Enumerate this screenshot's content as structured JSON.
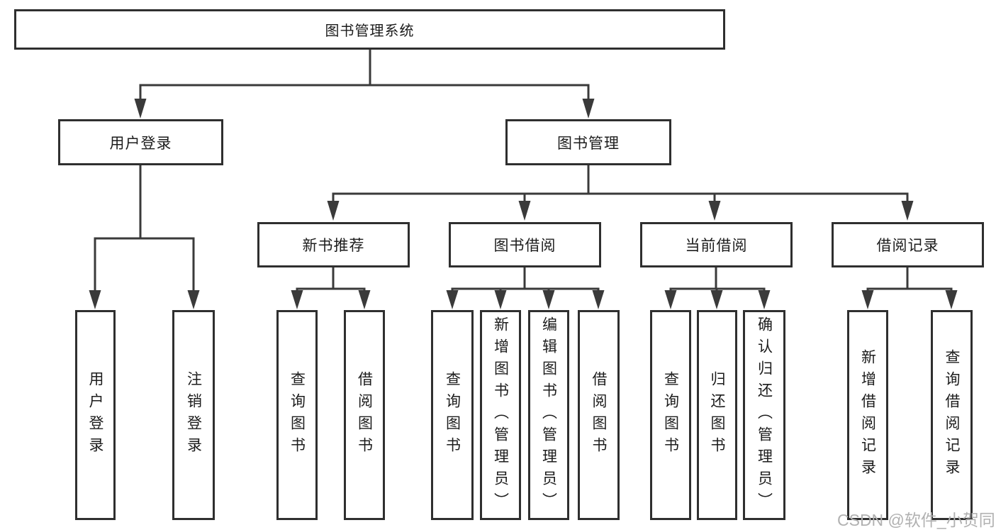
{
  "tree": {
    "label": "图书管理系统",
    "children": [
      {
        "label": "用户登录",
        "children": [
          {
            "label": "用户登录"
          },
          {
            "label": "注销登录"
          }
        ]
      },
      {
        "label": "图书管理",
        "children": [
          {
            "label": "新书推荐",
            "children": [
              {
                "label": "查询图书"
              },
              {
                "label": "借阅图书"
              }
            ]
          },
          {
            "label": "图书借阅",
            "children": [
              {
                "label": "查询图书"
              },
              {
                "label": "新增图书（管理员）"
              },
              {
                "label": "编辑图书（管理员）"
              },
              {
                "label": "借阅图书"
              }
            ]
          },
          {
            "label": "当前借阅",
            "children": [
              {
                "label": "查询图书"
              },
              {
                "label": "归还图书"
              },
              {
                "label": "确认归还（管理员）"
              }
            ]
          },
          {
            "label": "借阅记录",
            "children": [
              {
                "label": "新增借阅记录"
              },
              {
                "label": "查询借阅记录"
              }
            ]
          }
        ]
      }
    ]
  },
  "watermark": {
    "text": "CSDN @软件_小贺同学"
  },
  "colors": {
    "line": "#3a3a3a",
    "box_border": "#2f2f2f",
    "text": "#1c1c1c",
    "watermark": "#b1b1b1",
    "background": "#ffffff"
  }
}
